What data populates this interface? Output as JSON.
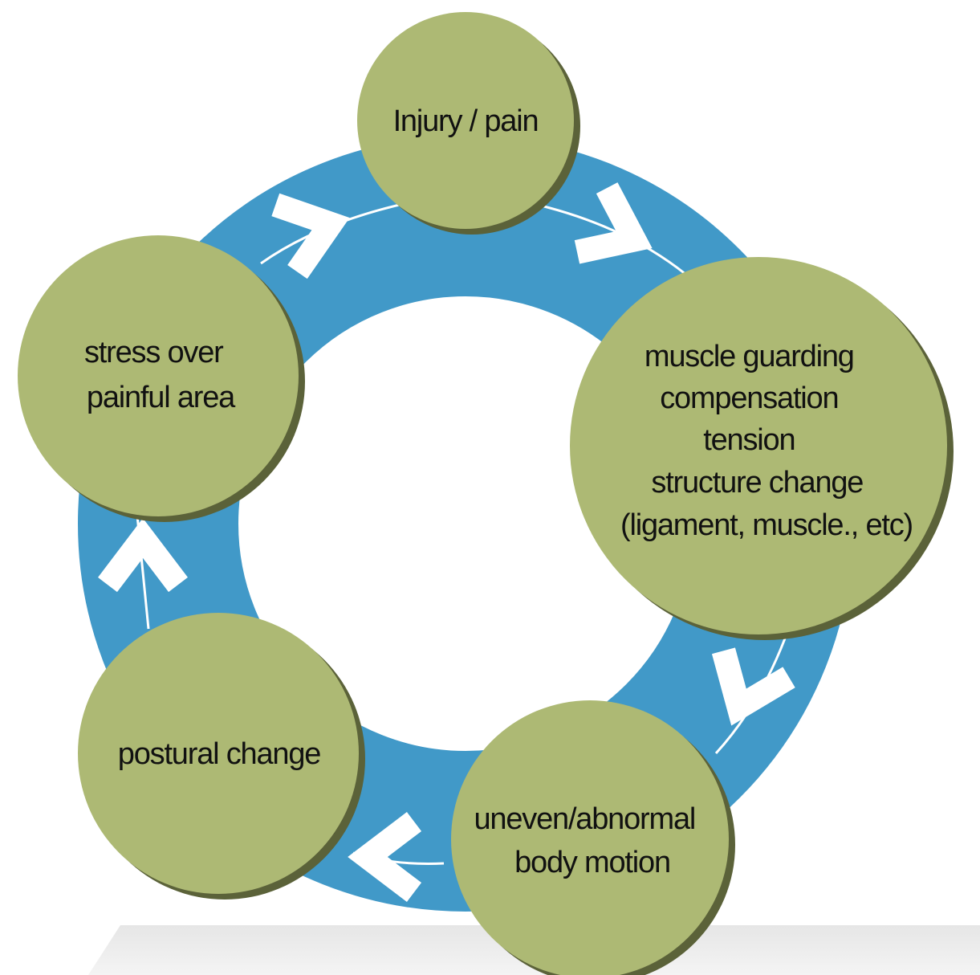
{
  "diagram": {
    "type": "cycle",
    "colors": {
      "ring": "#4199c8",
      "node_fill": "#adb974",
      "node_edge": "#5b6239",
      "arrow": "#ffffff",
      "text": "#111111"
    },
    "nodes": [
      {
        "id": "injury",
        "lines": [
          "Injury / pain"
        ]
      },
      {
        "id": "muscle",
        "lines": [
          "muscle guarding",
          "compensation",
          "tension",
          "structure  change",
          "(ligament, muscle., etc)"
        ]
      },
      {
        "id": "uneven",
        "lines": [
          "uneven/abnormal",
          "body motion"
        ]
      },
      {
        "id": "postural",
        "lines": [
          "postural change"
        ]
      },
      {
        "id": "stress",
        "lines": [
          "stress over",
          "painful area"
        ]
      }
    ],
    "flow": [
      {
        "from": "injury",
        "to": "muscle"
      },
      {
        "from": "muscle",
        "to": "uneven"
      },
      {
        "from": "uneven",
        "to": "postural"
      },
      {
        "from": "postural",
        "to": "stress"
      },
      {
        "from": "stress",
        "to": "injury"
      }
    ]
  }
}
